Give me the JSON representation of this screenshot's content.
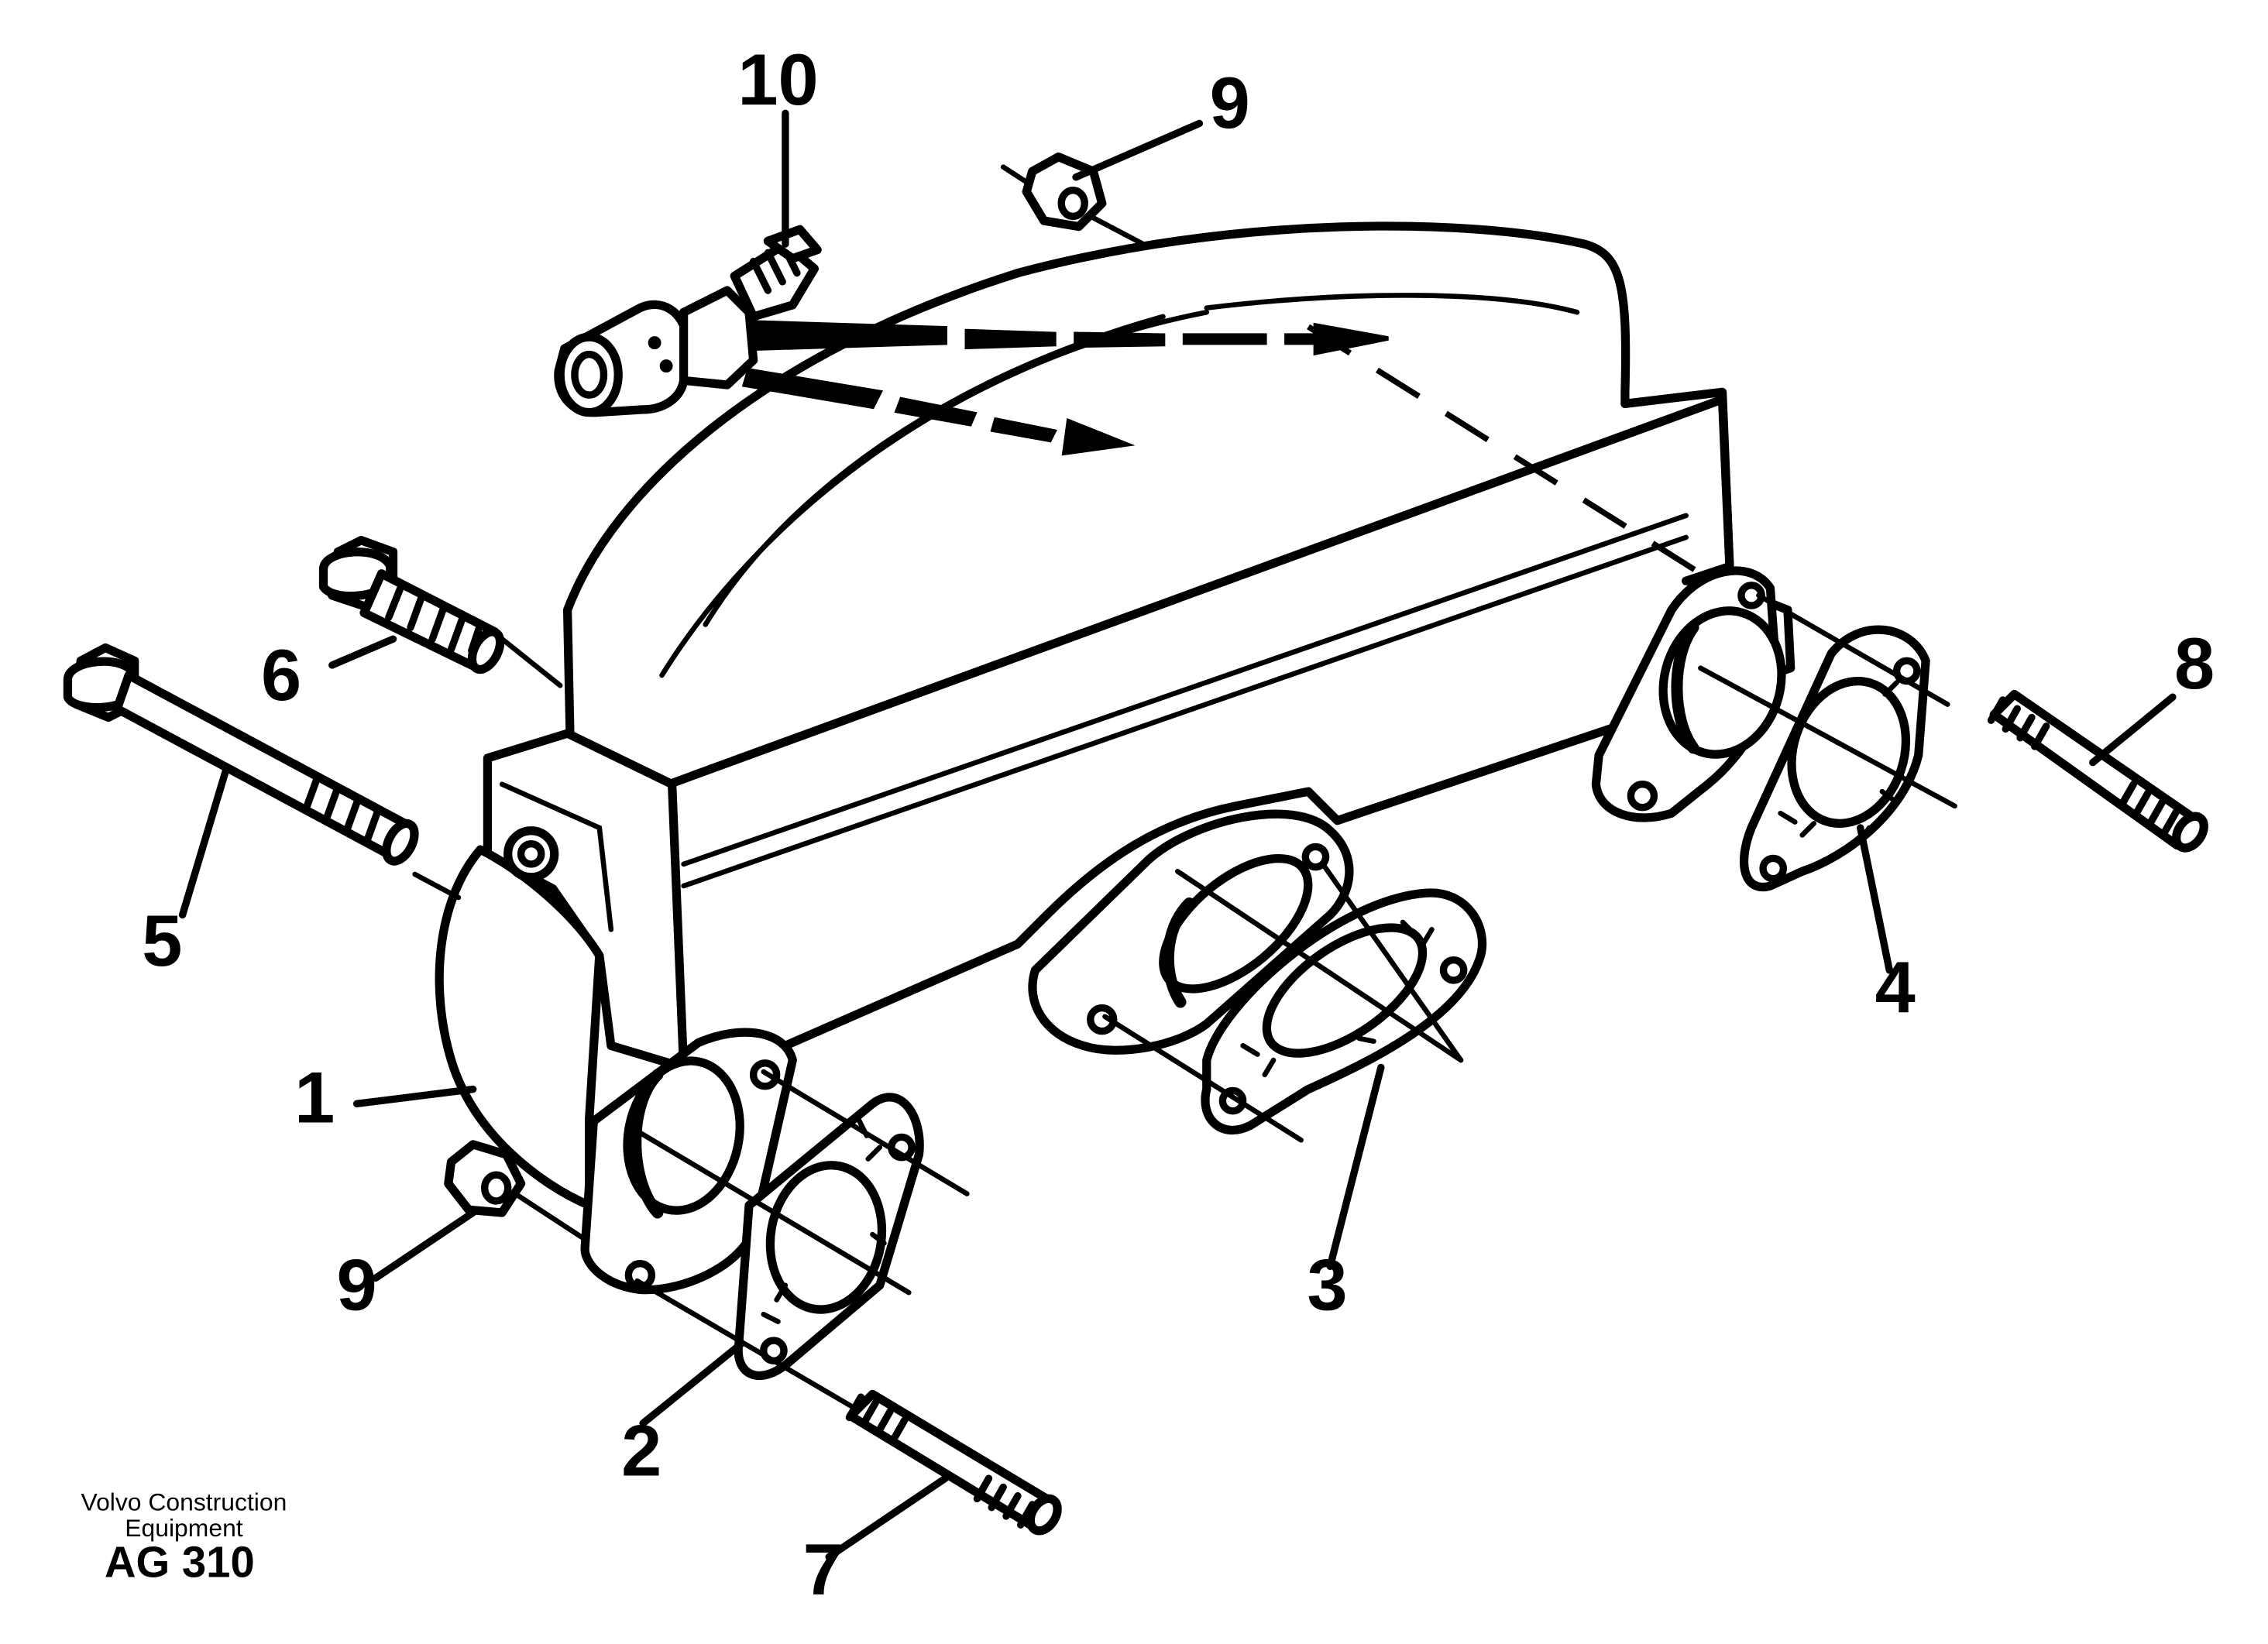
{
  "diagram": {
    "parts": {
      "p1": "1",
      "p2": "2",
      "p3": "3",
      "p4": "4",
      "p5": "5",
      "p6": "6",
      "p7": "7",
      "p8": "8",
      "p9a": "9",
      "p9b": "9",
      "p10": "10"
    },
    "credit_line1": "Volvo Construction",
    "credit_line2": "Equipment",
    "figure_code": "AG 310"
  }
}
